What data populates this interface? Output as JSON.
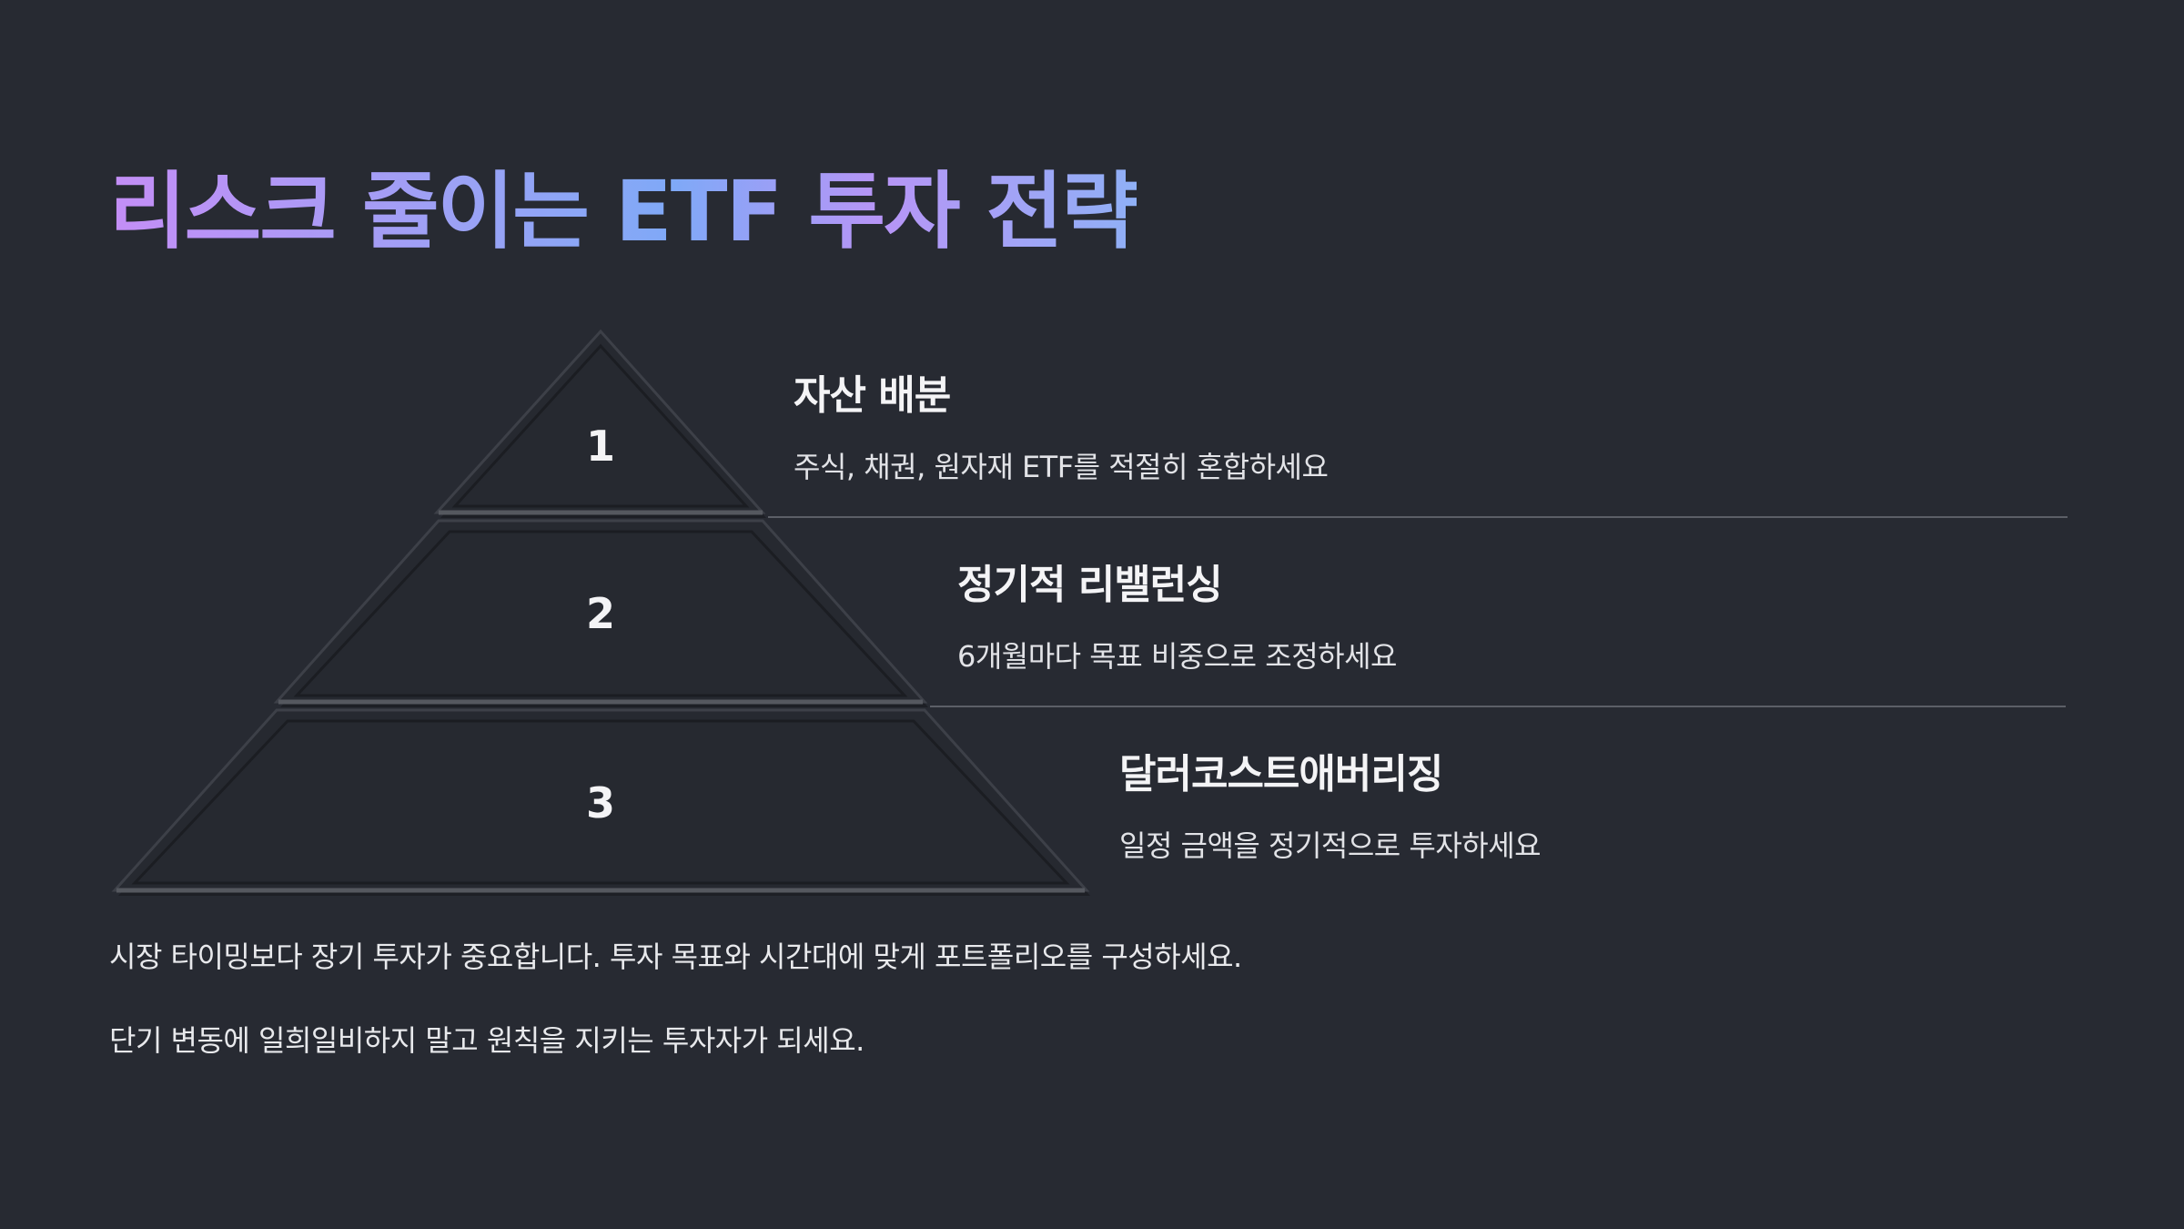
{
  "title": "리스크 줄이는 ETF 투자 전략",
  "levels": [
    {
      "number": "1",
      "title": "자산 배분",
      "description": "주식, 채권, 원자재 ETF를 적절히 혼합하세요"
    },
    {
      "number": "2",
      "title": "정기적 리밸런싱",
      "description": "6개월마다 목표 비중으로 조정하세요"
    },
    {
      "number": "3",
      "title": "달러코스트애버리징",
      "description": "일정 금액을 정기적으로 투자하세요"
    }
  ],
  "footer": {
    "line1": "시장 타이밍보다 장기 투자가 중요합니다. 투자 목표와 시간대에 맞게 포트폴리오를 구성하세요.",
    "line2": "단기 변동에 일희일비하지 말고 원칙을 지키는 투자자가 되세요."
  },
  "colors": {
    "background": "#272a32",
    "title_gradient": [
      "#c48ef6",
      "#7fa9f7"
    ],
    "pyramid_fill": "#262930",
    "divider": "#5c5f67"
  }
}
